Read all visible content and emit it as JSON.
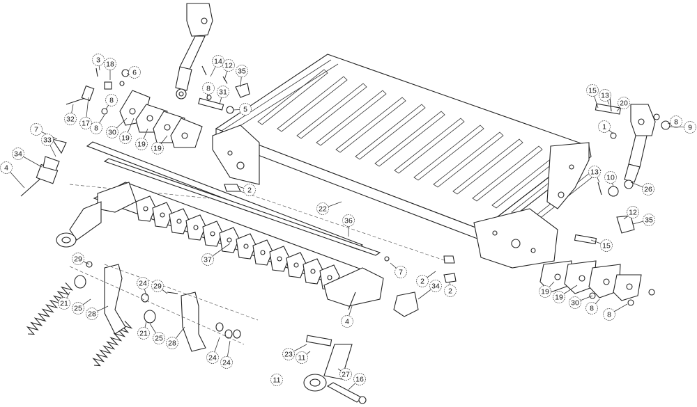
{
  "callouts": [
    {
      "id": "c-3a",
      "label": "3"
    },
    {
      "id": "c-18",
      "label": "18"
    },
    {
      "id": "c-6",
      "label": "6"
    },
    {
      "id": "c-8a",
      "label": "8"
    },
    {
      "id": "c-32",
      "label": "32"
    },
    {
      "id": "c-17",
      "label": "17"
    },
    {
      "id": "c-8b",
      "label": "8"
    },
    {
      "id": "c-30a",
      "label": "30"
    },
    {
      "id": "c-19a",
      "label": "19"
    },
    {
      "id": "c-19b",
      "label": "19"
    },
    {
      "id": "c-19c",
      "label": "19"
    },
    {
      "id": "c-14",
      "label": "14"
    },
    {
      "id": "c-12a",
      "label": "12"
    },
    {
      "id": "c-35a",
      "label": "35"
    },
    {
      "id": "c-8c",
      "label": "8"
    },
    {
      "id": "c-31",
      "label": "31"
    },
    {
      "id": "c-5",
      "label": "5"
    },
    {
      "id": "c-7a",
      "label": "7"
    },
    {
      "id": "c-33",
      "label": "33"
    },
    {
      "id": "c-34a",
      "label": "34"
    },
    {
      "id": "c-4a",
      "label": "4"
    },
    {
      "id": "c-2a",
      "label": "2"
    },
    {
      "id": "c-22",
      "label": "22"
    },
    {
      "id": "c-36",
      "label": "36"
    },
    {
      "id": "c-37",
      "label": "37"
    },
    {
      "id": "c-29a",
      "label": "29"
    },
    {
      "id": "c-24a",
      "label": "24"
    },
    {
      "id": "c-29b",
      "label": "29"
    },
    {
      "id": "c-21a",
      "label": "21"
    },
    {
      "id": "c-25a",
      "label": "25"
    },
    {
      "id": "c-28a",
      "label": "28"
    },
    {
      "id": "c-21b",
      "label": "21"
    },
    {
      "id": "c-25b",
      "label": "25"
    },
    {
      "id": "c-28b",
      "label": "28"
    },
    {
      "id": "c-24b",
      "label": "24"
    },
    {
      "id": "c-24c",
      "label": "24"
    },
    {
      "id": "c-4b",
      "label": "4"
    },
    {
      "id": "c-7b",
      "label": "7"
    },
    {
      "id": "c-2b",
      "label": "2"
    },
    {
      "id": "c-34b",
      "label": "34"
    },
    {
      "id": "c-2c",
      "label": "2"
    },
    {
      "id": "c-23",
      "label": "23"
    },
    {
      "id": "c-11a",
      "label": "11"
    },
    {
      "id": "c-11b",
      "label": "11"
    },
    {
      "id": "c-27",
      "label": "27"
    },
    {
      "id": "c-16",
      "label": "16"
    },
    {
      "id": "c-15a",
      "label": "15"
    },
    {
      "id": "c-13a",
      "label": "13"
    },
    {
      "id": "c-20",
      "label": "20"
    },
    {
      "id": "c-8d",
      "label": "8"
    },
    {
      "id": "c-9",
      "label": "9"
    },
    {
      "id": "c-1",
      "label": "1"
    },
    {
      "id": "c-13b",
      "label": "13"
    },
    {
      "id": "c-10",
      "label": "10"
    },
    {
      "id": "c-26",
      "label": "26"
    },
    {
      "id": "c-12b",
      "label": "12"
    },
    {
      "id": "c-35b",
      "label": "35"
    },
    {
      "id": "c-15b",
      "label": "15"
    },
    {
      "id": "c-19d",
      "label": "19"
    },
    {
      "id": "c-19e",
      "label": "19"
    },
    {
      "id": "c-30b",
      "label": "30"
    },
    {
      "id": "c-8e",
      "label": "8"
    },
    {
      "id": "c-8f",
      "label": "8"
    }
  ]
}
